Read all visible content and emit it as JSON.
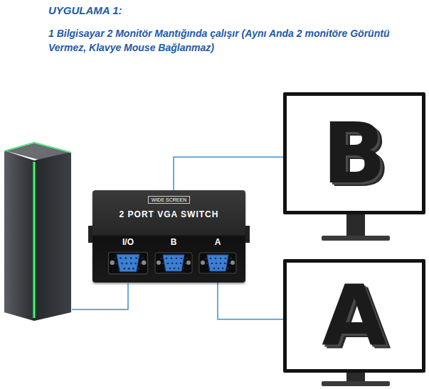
{
  "diagram": {
    "title": "UYGULAMA 1:",
    "nodes": [
      {
        "text": [
          "2 PORT VGA SWITCH",
          "WIDE SCREEN"
        ]
      },
      {
        "text": [
          "I/O"
        ],
        "in": 0
      },
      {
        "text": [
          "B"
        ],
        "in": 0
      },
      {
        "text": [
          "A"
        ],
        "in": 0
      },
      {
        "text": [
          "B"
        ]
      },
      {
        "text": [
          "A"
        ]
      }
    ],
    "edges": [
      {
        "from": 2,
        "to": 4,
        "arrow": "none"
      },
      {
        "from": 3,
        "to": 5,
        "arrow": "none"
      }
    ],
    "labels": [
      "1 Bilgisayar 2 Monitör Mantığında çalışır (Aynı Anda 2 monitöre Görüntü Vermez, Klavye Mouse Bağlanmaz)"
    ]
  }
}
